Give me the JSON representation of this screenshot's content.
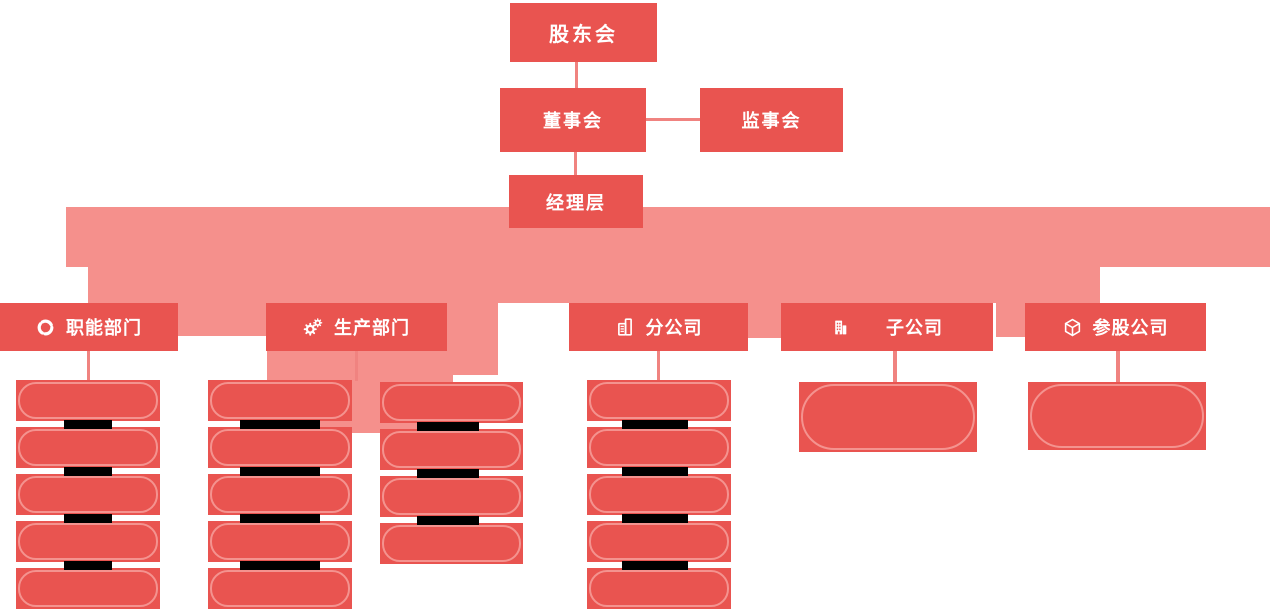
{
  "palette": {
    "box_red": "#e95450",
    "band_pink": "#f5908c",
    "connector": "#f08380",
    "pill_border": "#f4938f",
    "bar_black": "#000000",
    "text_white": "#ffffff"
  },
  "org_chart": {
    "top": {
      "shareholders": "股东会",
      "board": "董事会",
      "supervisory": "监事会",
      "management": "经理层"
    },
    "departments": [
      {
        "label": "职能部门",
        "icon": "sync-circle-icon",
        "stacks": [
          5
        ]
      },
      {
        "label": "生产部门",
        "icon": "gears-icon",
        "stacks": [
          5,
          4
        ]
      },
      {
        "label": "分公司",
        "icon": "building-outline-icon",
        "stacks": [
          5
        ]
      },
      {
        "label": "子公司",
        "icon": "building-solid-icon",
        "stacks": [
          1
        ]
      },
      {
        "label": "参股公司",
        "icon": "cube-icon",
        "stacks": [
          1
        ]
      }
    ]
  }
}
